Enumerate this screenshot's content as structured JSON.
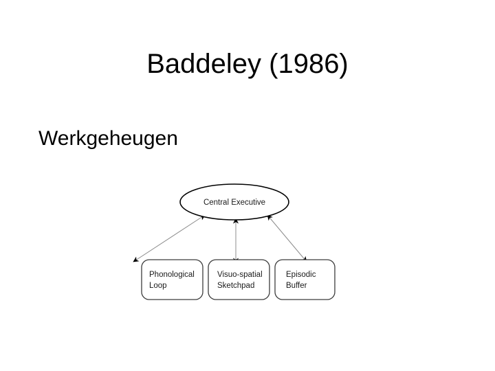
{
  "slide": {
    "title": "Baddeley (1986)",
    "subtitle": "Werkgeheugen",
    "background_color": "#ffffff",
    "text_color": "#000000"
  },
  "diagram": {
    "type": "node-link",
    "central_node": {
      "label": "Central Executive",
      "shape": "ellipse",
      "stroke_color": "#000000",
      "fill_color": "#ffffff"
    },
    "subsystems": [
      {
        "label_line1": "Phonological",
        "label_line2": "Loop"
      },
      {
        "label_line1": "Visuo-spatial",
        "label_line2": "Sketchpad"
      },
      {
        "label_line1": "Episodic",
        "label_line2": "Buffer"
      }
    ],
    "connectors": {
      "style": "double-headed-arrow",
      "line_color": "#808080",
      "arrowhead_color": "#000000",
      "count": 3
    },
    "box_style": {
      "shape": "rounded-rectangle",
      "stroke_color": "#3c3c3c",
      "fill_color": "#ffffff"
    }
  }
}
